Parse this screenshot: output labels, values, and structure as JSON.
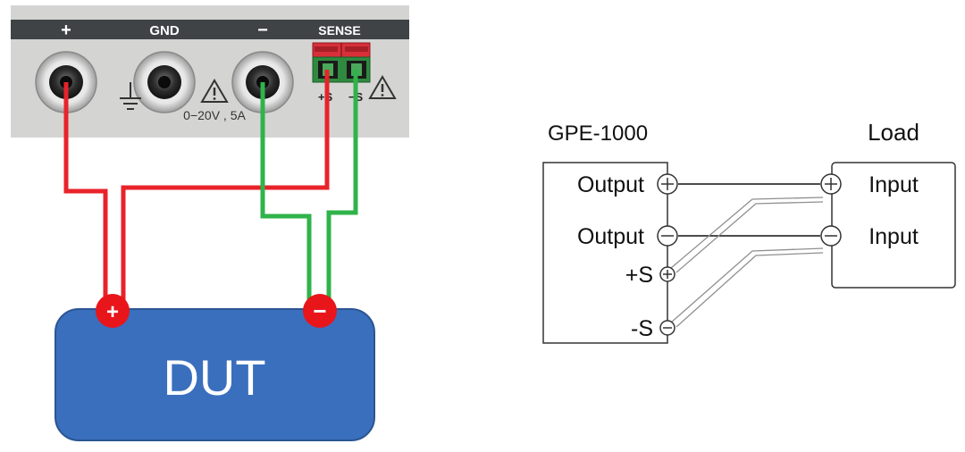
{
  "panel": {
    "plus_label": "+",
    "gnd_label": "GND",
    "minus_label": "−",
    "sense_label": "SENSE",
    "rating": "0−20V , 5A",
    "sense_plus": "+S",
    "sense_minus": "−S"
  },
  "dut": {
    "label": "DUT",
    "plus_symbol": "+",
    "minus_symbol": "−"
  },
  "schematic": {
    "supply_name": "GPE-1000",
    "load_name": "Load",
    "output_plus": "Output",
    "output_minus": "Output",
    "sense_plus": "+S",
    "sense_minus": "-S",
    "input_plus": "Input",
    "input_minus": "Input"
  },
  "colors": {
    "force_wire": "#e8232a",
    "sense_wire": "#2fb34a",
    "dut_fill": "#3a6fbd",
    "terminal_red": "#e8151b",
    "panel_gray": "#d4d5d3",
    "panel_bar": "#3f4346",
    "sense_block": "#d8303a"
  }
}
